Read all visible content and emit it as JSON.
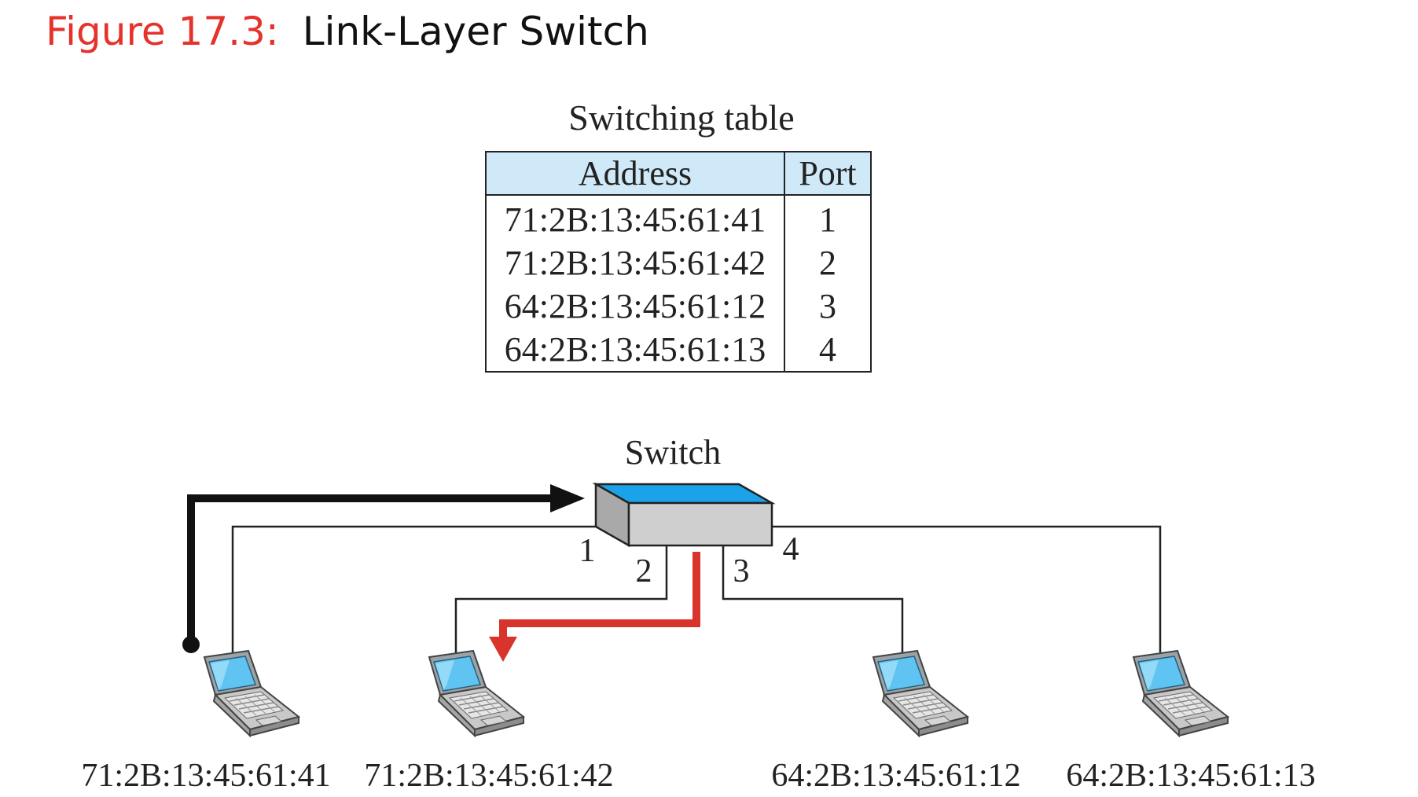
{
  "figure": {
    "number": "Figure 17.3:",
    "title": "Link-Layer Switch"
  },
  "switching_table": {
    "caption": "Switching table",
    "headers": {
      "address": "Address",
      "port": "Port"
    },
    "rows": [
      {
        "address": "71:2B:13:45:61:41",
        "port": "1"
      },
      {
        "address": "71:2B:13:45:61:42",
        "port": "2"
      },
      {
        "address": "64:2B:13:45:61:12",
        "port": "3"
      },
      {
        "address": "64:2B:13:45:61:13",
        "port": "4"
      }
    ]
  },
  "switch": {
    "label": "Switch",
    "ports": [
      "1",
      "2",
      "3",
      "4"
    ]
  },
  "hosts": [
    {
      "address": "71:2B:13:45:61:41"
    },
    {
      "address": "71:2B:13:45:61:42"
    },
    {
      "address": "64:2B:13:45:61:12"
    },
    {
      "address": "64:2B:13:45:61:13"
    }
  ],
  "colors": {
    "title_number": "#e5322d",
    "table_header_fill": "#cfe9f8",
    "switch_top": "#1aa3e8",
    "switch_body": "#cfcfcf",
    "outgoing_frame_arrow": "#111111",
    "forwarded_frame_arrow": "#d9342b"
  }
}
